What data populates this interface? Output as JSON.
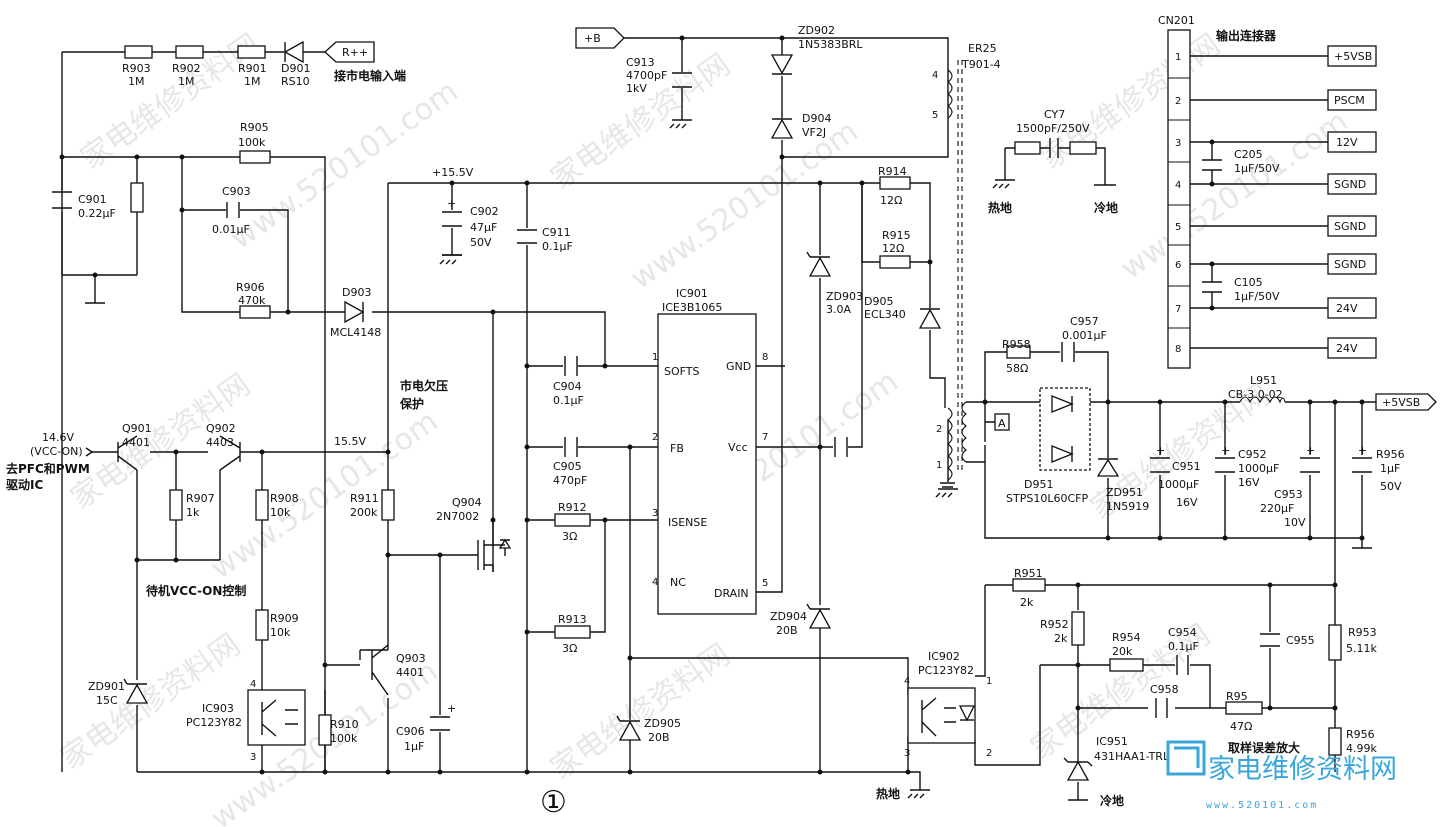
{
  "watermark": {
    "text1": "家电维修资料网",
    "text2": "www.520101.com"
  },
  "logo": {
    "text": "家电维修资料网",
    "url": "www.520101.com",
    "color": "#3aa6d9"
  },
  "figure_number": "①",
  "notes": {
    "mains_input": "接市电输入端",
    "undervoltage_1": "市电欠压",
    "undervoltage_2": "保护",
    "pfc_1": "去PFC和PWM",
    "pfc_2": "驱动IC",
    "standby_ctrl": "待机VCC-ON控制",
    "hot_ground": "热地",
    "cold_ground": "冷地",
    "hot_ground_bottom": "热地",
    "cold_ground_bottom": "冷地",
    "error_amp": "取样误差放大",
    "output_connector": "输出连接器"
  },
  "nets": {
    "rpp": "R++",
    "b_plus": "+B",
    "v15_5": "+15.5V",
    "v15_5b": "15.5V",
    "vcc_on_1": "14.6V",
    "vcc_on_2": "(VCC-ON)",
    "out5vsb": "+5VSB"
  },
  "ic901": {
    "name": "IC901",
    "part": "ICE3B1065",
    "pins": [
      {
        "num": "1",
        "name": "SOFTS"
      },
      {
        "num": "2",
        "name": "FB"
      },
      {
        "num": "3",
        "name": "ISENSE"
      },
      {
        "num": "4",
        "name": "NC"
      },
      {
        "num": "8",
        "name": "GND"
      },
      {
        "num": "7",
        "name": "Vcc"
      },
      {
        "num": "5",
        "name": "DRAIN"
      }
    ]
  },
  "transformer": {
    "name": "ER25",
    "ref": "T901-4",
    "pins": [
      "4",
      "5",
      "2",
      "1"
    ]
  },
  "connector": {
    "name": "CN201",
    "pins": [
      {
        "num": "1",
        "signal": "+5VSB"
      },
      {
        "num": "2",
        "signal": "PSCM"
      },
      {
        "num": "3",
        "signal": "12V"
      },
      {
        "num": "4",
        "signal": "SGND"
      },
      {
        "num": "5",
        "signal": "SGND"
      },
      {
        "num": "6",
        "signal": "SGND"
      },
      {
        "num": "7",
        "signal": "24V"
      },
      {
        "num": "8",
        "signal": "24V"
      }
    ]
  },
  "components": {
    "r903": {
      "ref": "R903",
      "val": "1M"
    },
    "r902": {
      "ref": "R902",
      "val": "1M"
    },
    "r901": {
      "ref": "R901",
      "val": "1M"
    },
    "d901": {
      "ref": "D901",
      "val": "RS10"
    },
    "r905": {
      "ref": "R905",
      "val": "100k"
    },
    "c901": {
      "ref": "C901",
      "val": "0.22μF"
    },
    "c903": {
      "ref": "C903",
      "val": "0.01μF"
    },
    "r906": {
      "ref": "R906",
      "val": "470k"
    },
    "d903": {
      "ref": "D903",
      "val": "MCL4148"
    },
    "c902": {
      "ref": "C902",
      "val": "47μF",
      "val2": "50V"
    },
    "c911": {
      "ref": "C911",
      "val": "0.1μF"
    },
    "c913": {
      "ref": "C913",
      "val": "4700pF",
      "val2": "1kV"
    },
    "zd902": {
      "ref": "ZD902",
      "val": "1N5383BRL"
    },
    "d904": {
      "ref": "D904",
      "val": "VF2J"
    },
    "r914": {
      "ref": "R914",
      "val": "12Ω"
    },
    "r915": {
      "ref": "R915",
      "val": "12Ω"
    },
    "zd903": {
      "ref": "ZD903",
      "val": "3.0A"
    },
    "d905": {
      "ref": "D905",
      "val": "ECL340"
    },
    "c904": {
      "ref": "C904",
      "val": "0.1μF"
    },
    "c905": {
      "ref": "C905",
      "val": "470pF"
    },
    "r912": {
      "ref": "R912",
      "val": "3Ω"
    },
    "r913": {
      "ref": "R913",
      "val": "3Ω"
    },
    "zd904": {
      "ref": "ZD904",
      "val": "20B"
    },
    "zd905": {
      "ref": "ZD905",
      "val": "20B"
    },
    "q901": {
      "ref": "Q901",
      "val": "4401"
    },
    "q902": {
      "ref": "Q902",
      "val": "4403"
    },
    "r907": {
      "ref": "R907",
      "val": "1k"
    },
    "r908": {
      "ref": "R908",
      "val": "10k"
    },
    "r909": {
      "ref": "R909",
      "val": "10k"
    },
    "r911": {
      "ref": "R911",
      "val": "200k"
    },
    "q904": {
      "ref": "Q904",
      "val": "2N7002"
    },
    "q903": {
      "ref": "Q903",
      "val": "4401"
    },
    "r910": {
      "ref": "R910",
      "val": "100k"
    },
    "c906": {
      "ref": "C906",
      "val": "1μF"
    },
    "zd901": {
      "ref": "ZD901",
      "val": "15C"
    },
    "ic903": {
      "ref": "IC903",
      "val": "PC123Y82"
    },
    "ic902": {
      "ref": "IC902",
      "val": "PC123Y82"
    },
    "cy7": {
      "ref": "CY7",
      "val": "1500pF/250V"
    },
    "c205": {
      "ref": "C205",
      "val": "1μF/50V"
    },
    "c105": {
      "ref": "C105",
      "val": "1μF/50V"
    },
    "r958": {
      "ref": "R958",
      "val": "58Ω"
    },
    "c957": {
      "ref": "C957",
      "val": "0.001μF"
    },
    "d951": {
      "ref": "D951",
      "val": "STPS10L60CFP"
    },
    "zd951": {
      "ref": "ZD951",
      "val": "1N5919"
    },
    "c951": {
      "ref": "C951",
      "val": "1000μF",
      "val2": "16V"
    },
    "c952": {
      "ref": "C952",
      "val": "1000μF",
      "val2": "16V"
    },
    "c953": {
      "ref": "C953",
      "val": "220μF",
      "val2": "10V"
    },
    "l951": {
      "ref": "L951",
      "val": "CB-3.0-02"
    },
    "r956a": {
      "ref": "R956",
      "val": "1μF",
      "val2": "50V"
    },
    "r951": {
      "ref": "R951",
      "val": "2k"
    },
    "r952": {
      "ref": "R952",
      "val": "2k"
    },
    "r954": {
      "ref": "R954",
      "val": "20k"
    },
    "c954": {
      "ref": "C954",
      "val": "0.1μF"
    },
    "c955": {
      "ref": "C955"
    },
    "r953": {
      "ref": "R953",
      "val": "5.11k"
    },
    "c958": {
      "ref": "C958"
    },
    "r95": {
      "ref": "R95",
      "val": "47Ω"
    },
    "r956b": {
      "ref": "R956",
      "val": "4.99k"
    },
    "ic951": {
      "ref": "IC951",
      "val": "431HAA1-TRL"
    },
    "test_point": "A"
  }
}
